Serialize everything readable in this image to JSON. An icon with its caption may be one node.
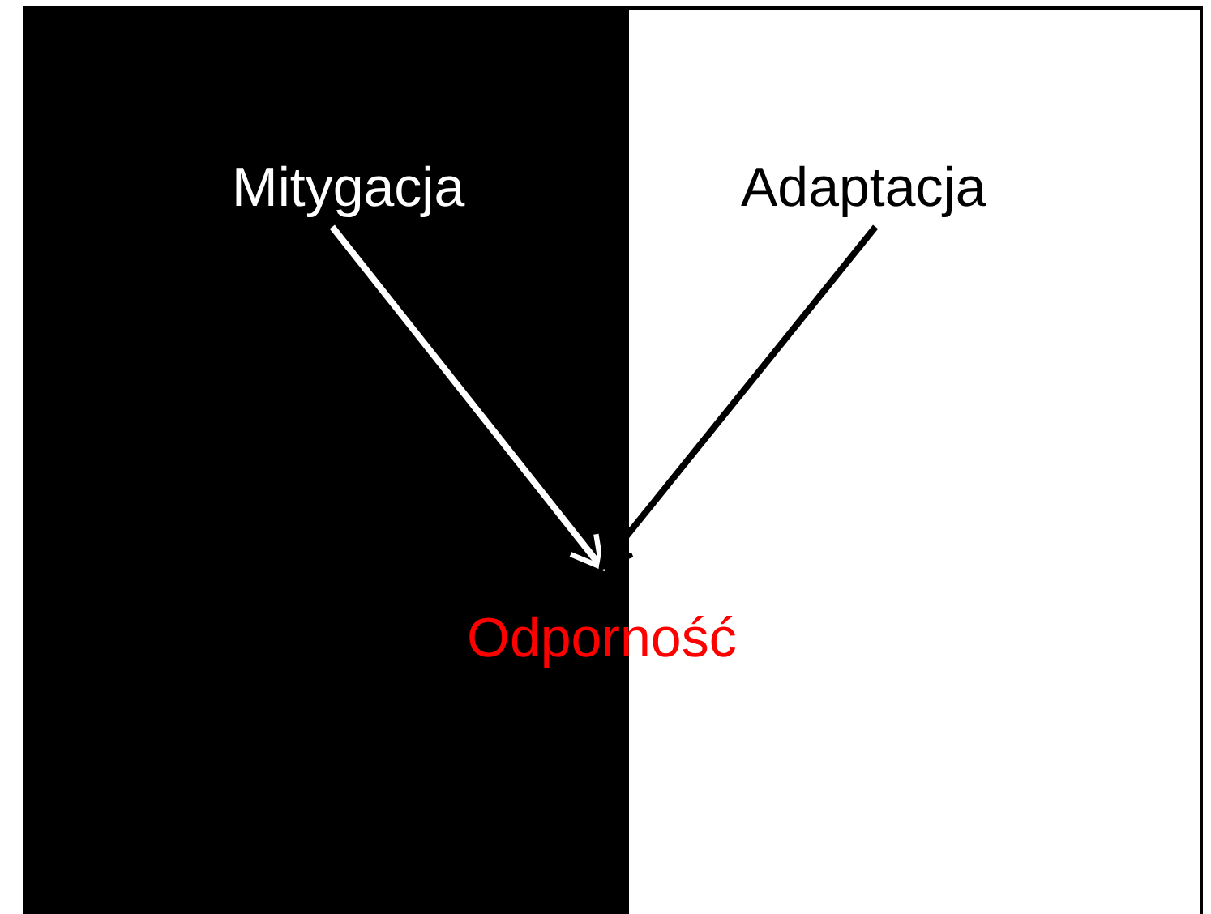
{
  "diagram": {
    "nodes": [
      {
        "text": [
          "Mitygacja"
        ]
      },
      {
        "text": [
          "Adaptacja"
        ]
      },
      {
        "text": [
          "Odporność"
        ]
      }
    ],
    "edges": [
      {
        "from": 0,
        "to": 2,
        "arrow": "to",
        "color": "#ffffff"
      },
      {
        "from": 1,
        "to": 2,
        "arrow": "to",
        "color": "#000000"
      }
    ]
  }
}
